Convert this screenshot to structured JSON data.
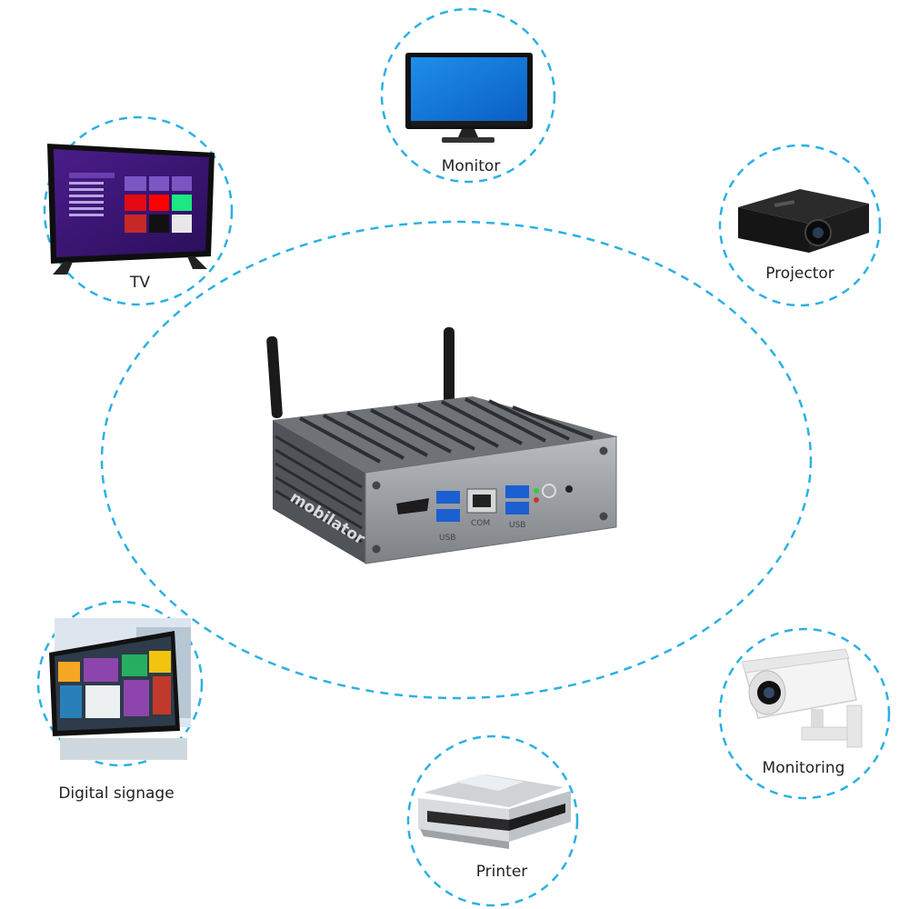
{
  "colors": {
    "dash": "#2bb0e3",
    "device_body": "#8a8d92",
    "device_dark": "#3a3c40"
  },
  "center_device": {
    "name": "mini PC",
    "ports": [
      "HDMI",
      "USB",
      "COM",
      "USB"
    ],
    "brand_mark": "mobilator"
  },
  "peripherals": [
    {
      "id": "monitor",
      "label": "Monitor",
      "icon": "monitor-icon"
    },
    {
      "id": "tv",
      "label": "TV",
      "icon": "tv-icon"
    },
    {
      "id": "projector",
      "label": "Projector",
      "icon": "projector-icon"
    },
    {
      "id": "signage",
      "label": "Digital signage",
      "icon": "digital-signage-icon"
    },
    {
      "id": "monitoring",
      "label": "Monitoring",
      "icon": "security-camera-icon"
    },
    {
      "id": "printer",
      "label": "Printer",
      "icon": "printer-icon"
    }
  ]
}
